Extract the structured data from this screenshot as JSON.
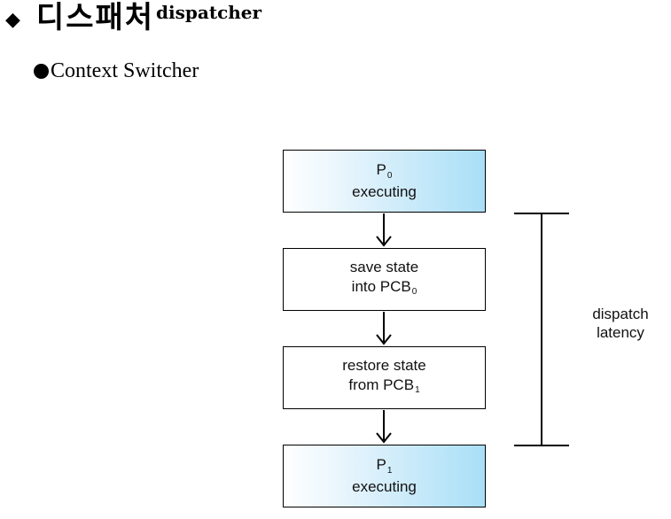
{
  "header": {
    "bullet": "◆",
    "title": "디스패처",
    "title_suffix": "dispatcher"
  },
  "subheading": {
    "text": "Context Switcher"
  },
  "diagram": {
    "box_p0": {
      "label": "P",
      "sub": "0",
      "line2": "executing"
    },
    "box_save": {
      "line1": "save state",
      "line2": "into PCB",
      "sub": "0"
    },
    "box_restore": {
      "line1": "restore state",
      "line2": "from PCB",
      "sub": "1"
    },
    "box_p1": {
      "label": "P",
      "sub": "1",
      "line2": "executing"
    },
    "latency_label_line1": "dispatch",
    "latency_label_line2": "latency",
    "colors": {
      "gradient_start": "#ffffff",
      "gradient_end": "#a9dff7",
      "stroke": "#000000"
    }
  }
}
